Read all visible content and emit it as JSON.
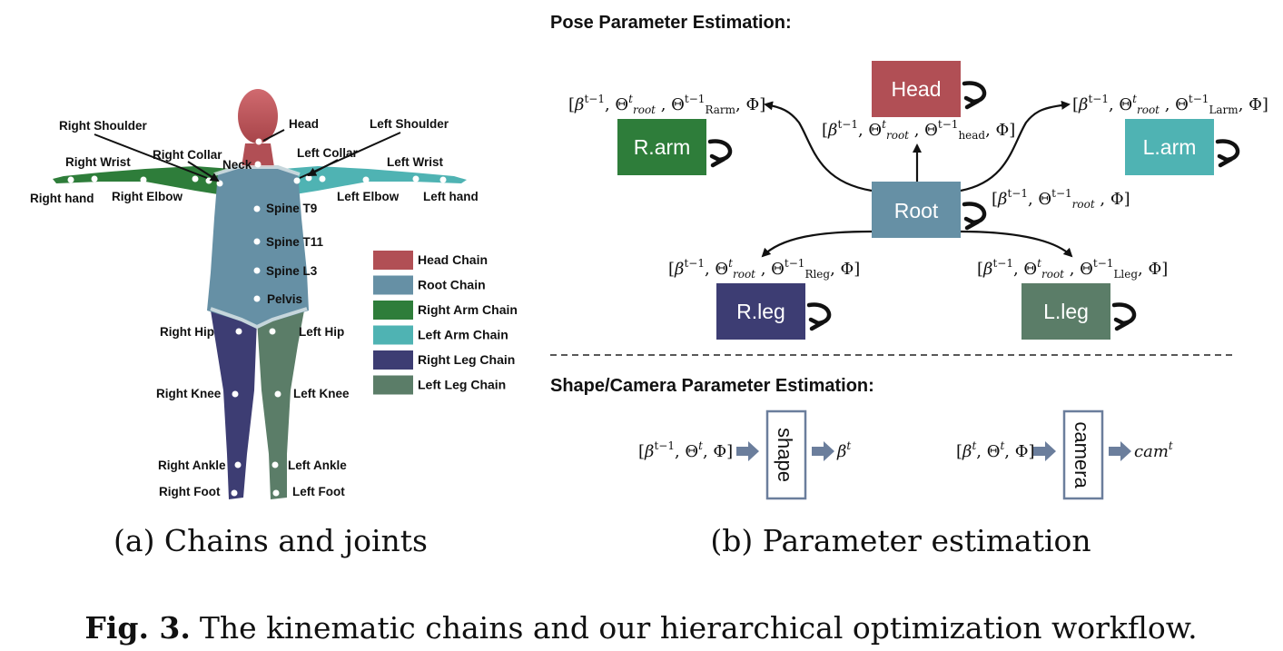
{
  "joints": {
    "head": "Head",
    "right_shoulder": "Right Shoulder",
    "left_shoulder": "Left Shoulder",
    "right_collar": "Right Collar",
    "left_collar": "Left Collar",
    "neck": "Neck",
    "right_wrist": "Right Wrist",
    "left_wrist": "Left Wrist",
    "right_hand": "Right hand",
    "right_elbow": "Right Elbow",
    "left_elbow": "Left Elbow",
    "left_hand": "Left hand",
    "spine_t9": "Spine T9",
    "spine_t11": "Spine T11",
    "spine_l3": "Spine L3",
    "pelvis": "Pelvis",
    "right_hip": "Right Hip",
    "left_hip": "Left Hip",
    "right_knee": "Right Knee",
    "left_knee": "Left Knee",
    "right_ankle": "Right Ankle",
    "left_ankle": "Left Ankle",
    "right_foot": "Right Foot",
    "left_foot": "Left Foot"
  },
  "legend": [
    {
      "label": "Head Chain",
      "color": "#b14f55"
    },
    {
      "label": "Root Chain",
      "color": "#6690a5"
    },
    {
      "label": "Right Arm Chain",
      "color": "#2e7d3a"
    },
    {
      "label": "Left Arm Chain",
      "color": "#4fb3b3"
    },
    {
      "label": "Right Leg Chain",
      "color": "#3d3d73"
    },
    {
      "label": "Left Leg Chain",
      "color": "#5b7d68"
    }
  ],
  "pose": {
    "title": "Pose Parameter Estimation:",
    "boxes": {
      "head": {
        "label": "Head",
        "color": "#b14f55"
      },
      "rarm": {
        "label": "R.arm",
        "color": "#2e7d3a"
      },
      "larm": {
        "label": "L.arm",
        "color": "#4fb3b3"
      },
      "root": {
        "label": "Root",
        "color": "#6690a5"
      },
      "rleg": {
        "label": "R.leg",
        "color": "#3d3d73"
      },
      "lleg": {
        "label": "L.leg",
        "color": "#5b7d68"
      }
    },
    "subscripts": {
      "rarm": "Rarm",
      "larm": "Larm",
      "head": "head",
      "rleg": "Rleg",
      "lleg": "Lleg",
      "root": "root"
    }
  },
  "shape_camera": {
    "title": "Shape/Camera Parameter Estimation:",
    "shape_label": "shape",
    "camera_label": "camera"
  },
  "captions": {
    "a": "(a) Chains and joints",
    "b": "(b) Parameter estimation",
    "fig_label": "Fig. 3.",
    "fig_text": "The kinematic chains and our hierarchical optimization workflow."
  }
}
